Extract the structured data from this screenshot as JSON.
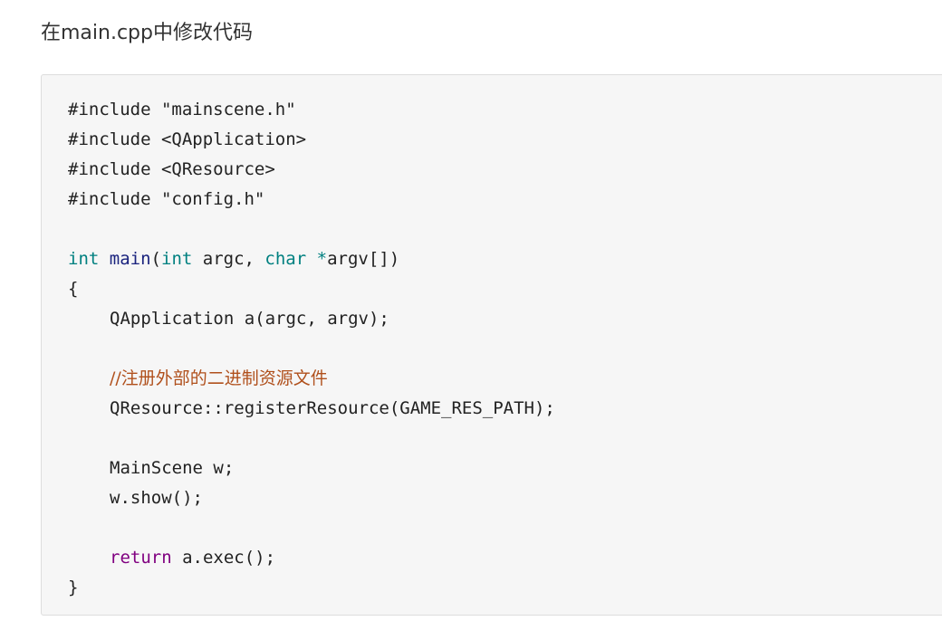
{
  "heading": "在main.cpp中修改代码",
  "code": {
    "include1": "#include \"mainscene.h\"",
    "include2": "#include <QApplication>",
    "include3": "#include <QResource>",
    "include4": "#include \"config.h\"",
    "sig": {
      "kw_int": "int",
      "fn_main": "main",
      "paren_open": "(",
      "kw_int2": "int",
      "argc": " argc, ",
      "kw_char": "char",
      "star": " *",
      "argv": "argv[])"
    },
    "brace_open": "{",
    "app_line": "QApplication a(argc, argv);",
    "comment": "//注册外部的二进制资源文件",
    "register_line": "QResource::registerResource(GAME_RES_PATH);",
    "mainscene_line": "MainScene w;",
    "show_line": "w.show();",
    "kw_return": "return",
    "return_rest": " a.exec();",
    "brace_close": "}"
  }
}
